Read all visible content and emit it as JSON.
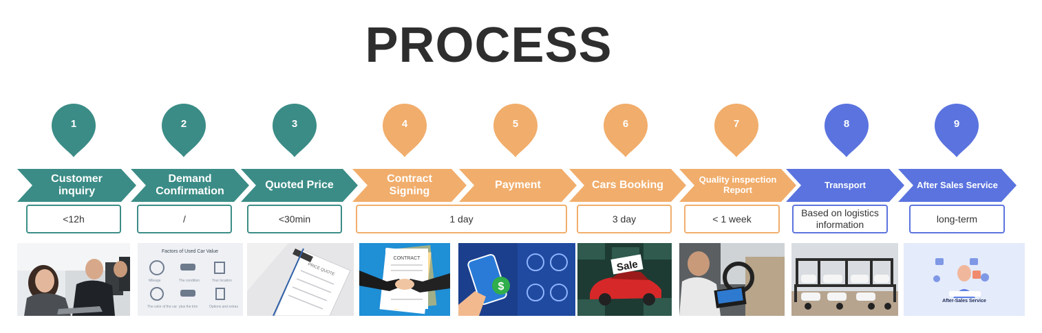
{
  "title": "PROCESS",
  "colors": {
    "teal": "#3b8c86",
    "orange": "#f1ad6b",
    "blue": "#5a73df"
  },
  "steps": [
    {
      "number": "1",
      "label": "Customer inquiry",
      "duration": "<12h",
      "color": "#3b8c86",
      "image": "call-center-agents"
    },
    {
      "number": "2",
      "label": "Demand Confirmation",
      "duration": "/",
      "color": "#3b8c86",
      "image": "used-car-value-factors"
    },
    {
      "number": "3",
      "label": "Quoted Price",
      "duration": "<30min",
      "color": "#3b8c86",
      "image": "price-quote-clipboard"
    },
    {
      "number": "4",
      "label": "Contract Signing",
      "duration": "1 day",
      "color": "#f1ad6b",
      "image": "contract-handshake"
    },
    {
      "number": "5",
      "label": "Payment",
      "duration": "1 day",
      "color": "#f1ad6b",
      "image": "mobile-payment"
    },
    {
      "number": "6",
      "label": "Cars Booking",
      "duration": "3 day",
      "color": "#f1ad6b",
      "image": "car-sale"
    },
    {
      "number": "7",
      "label": "Quality inspection Report",
      "duration": "< 1 week",
      "color": "#f1ad6b",
      "image": "car-inspection"
    },
    {
      "number": "8",
      "label": "Transport",
      "duration": "Based on logistics information",
      "color": "#5a73df",
      "image": "car-transport-truck"
    },
    {
      "number": "9",
      "label": "After Sales Service",
      "duration": "long-term",
      "color": "#5a73df",
      "image": "after-sales-service"
    }
  ],
  "images": {
    "value_factors_title": "Factors of Used Car Value",
    "contract_word": "CONTRACT",
    "price_doc_word": "PRICE QUOTE",
    "sale_word": "Sale",
    "after_sales_caption": "After-Sales Service"
  }
}
